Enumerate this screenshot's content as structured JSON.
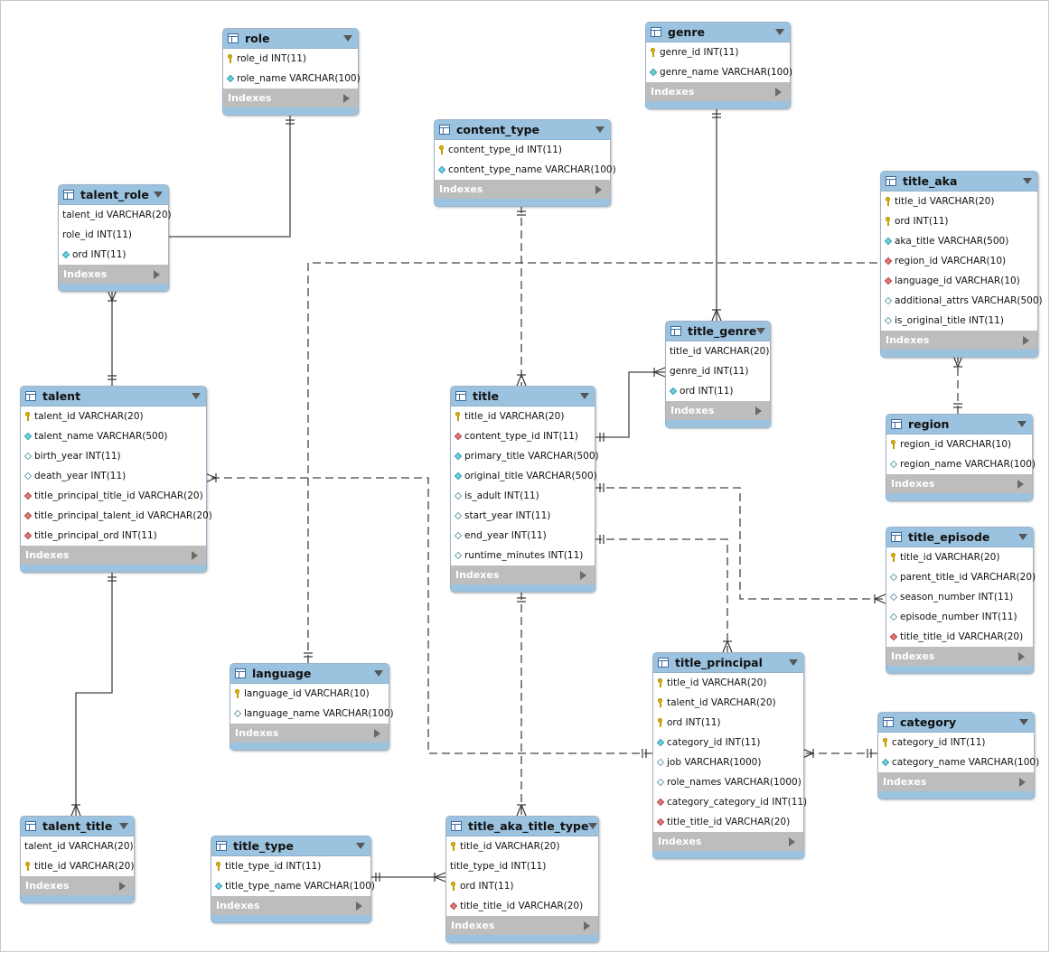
{
  "indexes_label": "Indexes",
  "entities": [
    {
      "id": "role",
      "name": "role",
      "columns": [
        {
          "text": "role_id INT(11)",
          "key": "pk"
        },
        {
          "text": "role_name VARCHAR(100)",
          "key": "nn"
        }
      ]
    },
    {
      "id": "genre",
      "name": "genre",
      "columns": [
        {
          "text": "genre_id INT(11)",
          "key": "pk"
        },
        {
          "text": "genre_name VARCHAR(100)",
          "key": "nn"
        }
      ]
    },
    {
      "id": "content_type",
      "name": "content_type",
      "columns": [
        {
          "text": "content_type_id INT(11)",
          "key": "pk"
        },
        {
          "text": "content_type_name VARCHAR(100)",
          "key": "nn"
        }
      ]
    },
    {
      "id": "talent_role",
      "name": "talent_role",
      "columns": [
        {
          "text": "talent_id VARCHAR(20)",
          "key": "none"
        },
        {
          "text": "role_id INT(11)",
          "key": "none"
        },
        {
          "text": "ord INT(11)",
          "key": "nn"
        }
      ]
    },
    {
      "id": "title_aka",
      "name": "title_aka",
      "columns": [
        {
          "text": "title_id VARCHAR(20)",
          "key": "pk"
        },
        {
          "text": "ord INT(11)",
          "key": "pk"
        },
        {
          "text": "aka_title VARCHAR(500)",
          "key": "nn"
        },
        {
          "text": "region_id VARCHAR(10)",
          "key": "fk"
        },
        {
          "text": "language_id VARCHAR(10)",
          "key": "fk"
        },
        {
          "text": "additional_attrs VARCHAR(500)",
          "key": "null"
        },
        {
          "text": "is_original_title INT(11)",
          "key": "null"
        }
      ]
    },
    {
      "id": "title_genre",
      "name": "title_genre",
      "columns": [
        {
          "text": "title_id VARCHAR(20)",
          "key": "none"
        },
        {
          "text": "genre_id INT(11)",
          "key": "none"
        },
        {
          "text": "ord INT(11)",
          "key": "nn"
        }
      ]
    },
    {
      "id": "talent",
      "name": "talent",
      "columns": [
        {
          "text": "talent_id VARCHAR(20)",
          "key": "pk"
        },
        {
          "text": "talent_name VARCHAR(500)",
          "key": "nn"
        },
        {
          "text": "birth_year INT(11)",
          "key": "null"
        },
        {
          "text": "death_year INT(11)",
          "key": "null"
        },
        {
          "text": "title_principal_title_id VARCHAR(20)",
          "key": "fk"
        },
        {
          "text": "title_principal_talent_id VARCHAR(20)",
          "key": "fk"
        },
        {
          "text": "title_principal_ord INT(11)",
          "key": "fk"
        }
      ]
    },
    {
      "id": "title",
      "name": "title",
      "columns": [
        {
          "text": "title_id VARCHAR(20)",
          "key": "pk"
        },
        {
          "text": "content_type_id INT(11)",
          "key": "fk"
        },
        {
          "text": "primary_title VARCHAR(500)",
          "key": "nn"
        },
        {
          "text": "original_title VARCHAR(500)",
          "key": "nn"
        },
        {
          "text": "is_adult INT(11)",
          "key": "null"
        },
        {
          "text": "start_year INT(11)",
          "key": "null"
        },
        {
          "text": "end_year INT(11)",
          "key": "null"
        },
        {
          "text": "runtime_minutes INT(11)",
          "key": "null"
        }
      ]
    },
    {
      "id": "region",
      "name": "region",
      "columns": [
        {
          "text": "region_id VARCHAR(10)",
          "key": "pk"
        },
        {
          "text": "region_name VARCHAR(100)",
          "key": "null"
        }
      ]
    },
    {
      "id": "title_episode",
      "name": "title_episode",
      "columns": [
        {
          "text": "title_id VARCHAR(20)",
          "key": "pk"
        },
        {
          "text": "parent_title_id VARCHAR(20)",
          "key": "null"
        },
        {
          "text": "season_number INT(11)",
          "key": "null"
        },
        {
          "text": "episode_number INT(11)",
          "key": "null"
        },
        {
          "text": "title_title_id VARCHAR(20)",
          "key": "fk"
        }
      ]
    },
    {
      "id": "language",
      "name": "language",
      "columns": [
        {
          "text": "language_id VARCHAR(10)",
          "key": "pk"
        },
        {
          "text": "language_name VARCHAR(100)",
          "key": "null"
        }
      ]
    },
    {
      "id": "title_principal",
      "name": "title_principal",
      "columns": [
        {
          "text": "title_id VARCHAR(20)",
          "key": "pk"
        },
        {
          "text": "talent_id VARCHAR(20)",
          "key": "pk"
        },
        {
          "text": "ord INT(11)",
          "key": "pk"
        },
        {
          "text": "category_id INT(11)",
          "key": "nn"
        },
        {
          "text": "job VARCHAR(1000)",
          "key": "null"
        },
        {
          "text": "role_names VARCHAR(1000)",
          "key": "null"
        },
        {
          "text": "category_category_id INT(11)",
          "key": "fk"
        },
        {
          "text": "title_title_id VARCHAR(20)",
          "key": "fk"
        }
      ]
    },
    {
      "id": "category",
      "name": "category",
      "columns": [
        {
          "text": "category_id INT(11)",
          "key": "pk"
        },
        {
          "text": "category_name VARCHAR(100)",
          "key": "nn"
        }
      ]
    },
    {
      "id": "talent_title",
      "name": "talent_title",
      "columns": [
        {
          "text": "talent_id VARCHAR(20)",
          "key": "none"
        },
        {
          "text": "title_id VARCHAR(20)",
          "key": "pk"
        }
      ]
    },
    {
      "id": "title_type",
      "name": "title_type",
      "columns": [
        {
          "text": "title_type_id INT(11)",
          "key": "pk"
        },
        {
          "text": "title_type_name VARCHAR(100)",
          "key": "nn"
        }
      ]
    },
    {
      "id": "title_aka_title_type",
      "name": "title_aka_title_type",
      "columns": [
        {
          "text": "title_id VARCHAR(20)",
          "key": "pk"
        },
        {
          "text": "title_type_id INT(11)",
          "key": "none"
        },
        {
          "text": "ord INT(11)",
          "key": "pk"
        },
        {
          "text": "title_title_id VARCHAR(20)",
          "key": "fk"
        }
      ]
    }
  ],
  "relationships": [
    {
      "from": "role",
      "to": "talent_role",
      "cardinality": "one-to-many",
      "identifying": true
    },
    {
      "from": "talent",
      "to": "talent_role",
      "cardinality": "one-to-many",
      "identifying": true
    },
    {
      "from": "genre",
      "to": "title_genre",
      "cardinality": "one-to-many",
      "identifying": true
    },
    {
      "from": "title",
      "to": "title_genre",
      "cardinality": "one-to-many",
      "identifying": true
    },
    {
      "from": "content_type",
      "to": "title",
      "cardinality": "one-to-many",
      "identifying": false
    },
    {
      "from": "language",
      "to": "title_aka",
      "cardinality": "one-to-many",
      "identifying": false
    },
    {
      "from": "region",
      "to": "title_aka",
      "cardinality": "one-to-many",
      "identifying": false
    },
    {
      "from": "title_principal",
      "to": "talent",
      "cardinality": "one-to-many",
      "identifying": false
    },
    {
      "from": "title",
      "to": "title_episode",
      "cardinality": "one-to-many",
      "identifying": false
    },
    {
      "from": "title",
      "to": "title_principal",
      "cardinality": "one-to-many",
      "identifying": false
    },
    {
      "from": "category",
      "to": "title_principal",
      "cardinality": "one-to-many",
      "identifying": false
    },
    {
      "from": "talent",
      "to": "talent_title",
      "cardinality": "one-to-many",
      "identifying": true
    },
    {
      "from": "title_type",
      "to": "title_aka_title_type",
      "cardinality": "one-to-many",
      "identifying": true
    },
    {
      "from": "title",
      "to": "title_aka_title_type",
      "cardinality": "one-to-many",
      "identifying": false
    }
  ]
}
